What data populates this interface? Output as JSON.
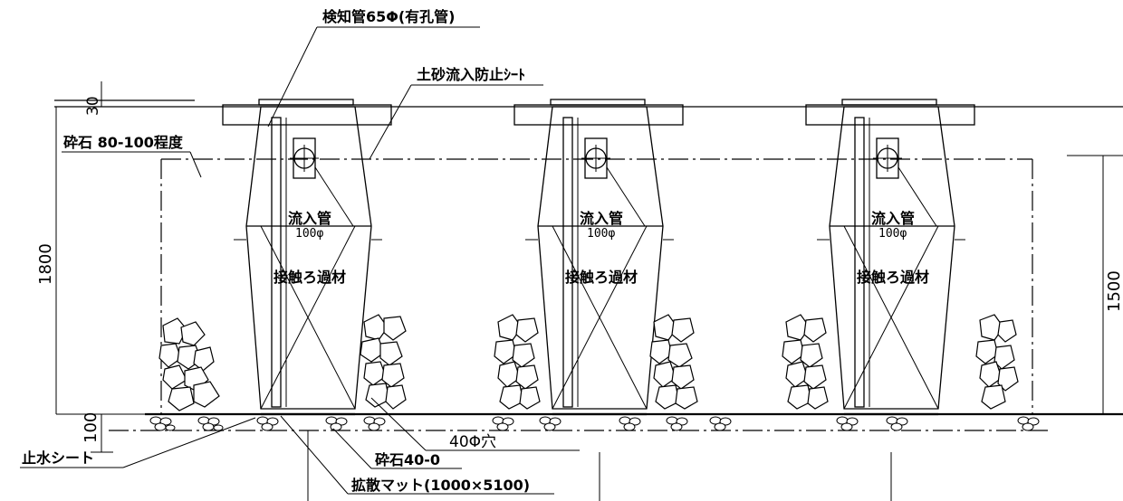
{
  "labels": {
    "detection_pipe": "検知管65Φ(有孔管)",
    "sediment_sheet": "土砂流入防止ｼｰﾄ",
    "crushed_stone_top": "砕石 80-100程度",
    "inflow_pipe": "流入管",
    "inflow_size": "100φ",
    "contact_filter": "接触ろ過材",
    "hole": "40Φ穴",
    "crushed_stone_bottom": "砕石40-0",
    "diffusion_mat": "拡散マット(1000×5100)",
    "waterstop_sheet": "止水シート"
  },
  "dimensions": {
    "d30": "30",
    "d1800": "1800",
    "d100": "100",
    "d1500": "1500"
  }
}
